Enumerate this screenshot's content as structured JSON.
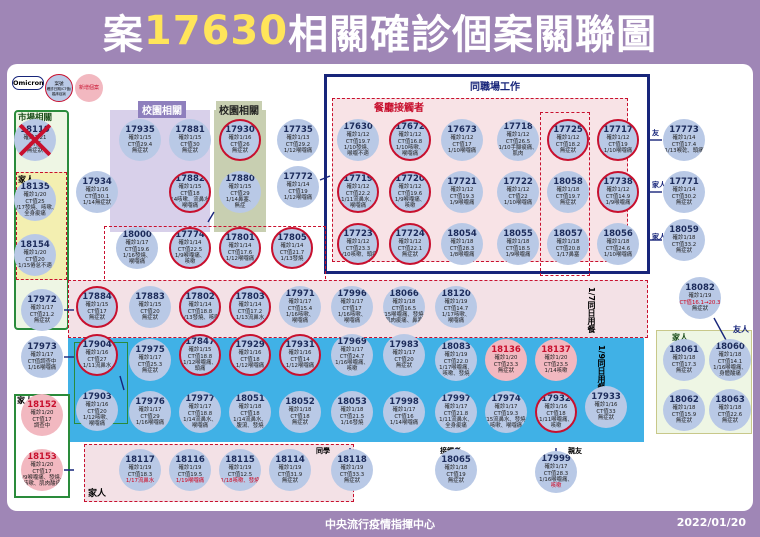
{
  "title": {
    "prefix": "案",
    "number": "17630",
    "suffix": "相關確診個案關聯圖"
  },
  "footer": {
    "agency": "中央流行疫情指揮中心",
    "date": "2022/01/20"
  },
  "legend": {
    "omicron": "Omicron",
    "case": "案號",
    "case_sub": "確診日期/CT值/臨床症狀",
    "new": "新增個案"
  },
  "labels": {
    "market": "市場相關",
    "campus": "校園相關",
    "campus2": "校園相關",
    "workplace": "同職場工作",
    "restaurant": "餐廳接觸者",
    "family_left": "家人",
    "family_right": "家人",
    "family_bottom": "家人",
    "friend": "友人",
    "friend2": "友",
    "same_day_1_7": "1/7同日用餐",
    "same_day_1_9": "1/9同日用餐",
    "classmate": "同學",
    "contact": "接觸者",
    "relative": "親友",
    "home": "家人",
    "home2": "家人"
  },
  "nodes": [
    {
      "id": "18119",
      "lines": [
        "確診1/21",
        "CT值",
        "無症狀"
      ],
      "ring": false,
      "cross": true,
      "g": [
        35,
        140
      ]
    },
    {
      "id": "18135",
      "lines": [
        "確診1/20",
        "CT值25",
        "1/17發燒、咳嗽、",
        "全身痠痛"
      ],
      "ring": false,
      "g": [
        35,
        200
      ]
    },
    {
      "id": "18154",
      "lines": [
        "確診1/20",
        "CT值20",
        "1/15倦怠不適"
      ],
      "ring": false,
      "g": [
        35,
        255
      ]
    },
    {
      "id": "17935",
      "lines": [
        "確診1/15",
        "CT值29.4",
        "無症狀"
      ],
      "ring": false,
      "g": [
        140,
        140
      ]
    },
    {
      "id": "17881",
      "lines": [
        "確診1/15",
        "CT值30",
        "無症狀"
      ],
      "ring": false,
      "g": [
        190,
        140
      ]
    },
    {
      "id": "17930",
      "lines": [
        "確診1/16",
        "CT值26",
        "無症狀"
      ],
      "ring": true,
      "g": [
        240,
        140
      ]
    },
    {
      "id": "17735",
      "lines": [
        "確診1/13",
        "CT值29.2",
        "1/12喉嚨痛"
      ],
      "ring": false,
      "g": [
        298,
        140
      ]
    },
    {
      "id": "17630",
      "lines": [
        "確診1/12",
        "CT值19.7",
        "1/10發燒、",
        "喉嚨不適"
      ],
      "ring": false,
      "g": [
        358,
        140
      ]
    },
    {
      "id": "17672",
      "lines": [
        "確診1/12",
        "CT值16.8",
        "1/10咳嗽、",
        "喉嚨痛"
      ],
      "ring": true,
      "g": [
        410,
        140
      ]
    },
    {
      "id": "17673",
      "lines": [
        "確診1/12",
        "CT值17",
        "1/10喉嚨痛"
      ],
      "ring": false,
      "g": [
        462,
        140
      ]
    },
    {
      "id": "17718",
      "lines": [
        "確診1/12",
        "CT值26.5",
        "1/10手腳痠痛、",
        "肌肉"
      ],
      "ring": false,
      "g": [
        518,
        140
      ]
    },
    {
      "id": "17725",
      "lines": [
        "確診1/12",
        "CT值18.2",
        "無症狀"
      ],
      "ring": true,
      "g": [
        568,
        140
      ]
    },
    {
      "id": "17717",
      "lines": [
        "確診1/12",
        "CT值19",
        "1/10喉嚨痛"
      ],
      "ring": true,
      "g": [
        618,
        140
      ]
    },
    {
      "id": "17773",
      "lines": [
        "確診1/14",
        "CT值17.4",
        "1/13喉乾、頭痛"
      ],
      "ring": false,
      "g": [
        684,
        140
      ]
    },
    {
      "id": "17934",
      "lines": [
        "確診1/16",
        "CT值30.1",
        "1/14無症狀"
      ],
      "ring": false,
      "g": [
        97,
        192
      ]
    },
    {
      "id": "17882",
      "lines": [
        "確診1/15",
        "CT值18",
        "1/14咳嗽、流鼻水、",
        "喉嚨痛"
      ],
      "ring": true,
      "g": [
        190,
        192
      ]
    },
    {
      "id": "17880",
      "lines": [
        "確診1/15",
        "CT值29",
        "1/14鼻塞、",
        "無症"
      ],
      "ring": false,
      "g": [
        240,
        192
      ]
    },
    {
      "id": "17772",
      "lines": [
        "確診1/14",
        "CT值19",
        "1/12喉嚨痛"
      ],
      "ring": false,
      "g": [
        298,
        187
      ]
    },
    {
      "id": "17719",
      "lines": [
        "確診1/12",
        "CT值22.2",
        "1/11流鼻水、",
        "喉嚨痛"
      ],
      "ring": true,
      "g": [
        358,
        192
      ]
    },
    {
      "id": "17720",
      "lines": [
        "確診1/12",
        "CT值19.6",
        "1/9喉嚨痛、",
        "咳嗽"
      ],
      "ring": true,
      "g": [
        410,
        192
      ]
    },
    {
      "id": "17721",
      "lines": [
        "確診1/12",
        "CT值19.3",
        "1/9喉嚨痛"
      ],
      "ring": false,
      "g": [
        462,
        192
      ]
    },
    {
      "id": "17722",
      "lines": [
        "確診1/12",
        "CT值22",
        "1/10喉嚨痛"
      ],
      "ring": false,
      "g": [
        518,
        192
      ]
    },
    {
      "id": "18058",
      "lines": [
        "確診1/18",
        "CT值19.7",
        "無症狀"
      ],
      "ring": false,
      "g": [
        568,
        192
      ]
    },
    {
      "id": "17738",
      "lines": [
        "確診1/12",
        "CT值14.9",
        "1/9喉嚨痛"
      ],
      "ring": true,
      "g": [
        618,
        192
      ]
    },
    {
      "id": "17771",
      "lines": [
        "確診1/14",
        "CT值30.2",
        "無症狀"
      ],
      "ring": false,
      "g": [
        684,
        192
      ]
    },
    {
      "id": "18000",
      "lines": [
        "確診1/17",
        "CT值19.6",
        "1/16發燒、",
        "喉嚨痛"
      ],
      "ring": false,
      "g": [
        137,
        248
      ]
    },
    {
      "id": "17774",
      "lines": [
        "確診1/14",
        "CT值22.5",
        "1/9喉嚨痛、",
        "咳嗽"
      ],
      "ring": true,
      "g": [
        190,
        248
      ]
    },
    {
      "id": "17801",
      "lines": [
        "確診1/14",
        "CT值17.6",
        "1/12喉嚨痛"
      ],
      "ring": true,
      "g": [
        240,
        248
      ]
    },
    {
      "id": "17805",
      "lines": [
        "確診1/14",
        "CT值21.7",
        "1/13發燒"
      ],
      "ring": true,
      "g": [
        292,
        248
      ]
    },
    {
      "id": "17723",
      "lines": [
        "確診1/12",
        "CT值23.3",
        "1/10咳嗽、頭痛"
      ],
      "ring": true,
      "g": [
        358,
        244
      ]
    },
    {
      "id": "17724",
      "lines": [
        "確診1/12",
        "CT值22.1",
        "無症狀"
      ],
      "ring": true,
      "g": [
        410,
        244
      ]
    },
    {
      "id": "18054",
      "lines": [
        "確診1/18",
        "CT值28.3",
        "1/8喉嚨痛"
      ],
      "ring": false,
      "g": [
        462,
        244
      ]
    },
    {
      "id": "18055",
      "lines": [
        "確診1/18",
        "CT值18.5",
        "1/9喉嚨痛"
      ],
      "ring": false,
      "g": [
        518,
        244
      ]
    },
    {
      "id": "18057",
      "lines": [
        "確診1/18",
        "CT值20.8",
        "1/17鼻塞"
      ],
      "ring": false,
      "g": [
        568,
        244
      ]
    },
    {
      "id": "18056",
      "lines": [
        "確診1/18",
        "CT值24.6",
        "1/10喉嚨痛"
      ],
      "ring": false,
      "g": [
        618,
        244
      ]
    },
    {
      "id": "18059",
      "lines": [
        "確診1/18",
        "CT值33.2",
        "無症狀"
      ],
      "ring": false,
      "g": [
        684,
        240
      ]
    },
    {
      "id": "17972",
      "lines": [
        "確診1/17",
        "CT值21.2",
        "無症狀"
      ],
      "ring": false,
      "g": [
        42,
        310
      ]
    },
    {
      "id": "17884",
      "lines": [
        "確診1/15",
        "CT值17",
        "無症狀"
      ],
      "ring": true,
      "g": [
        97,
        307
      ]
    },
    {
      "id": "17883",
      "lines": [
        "確診1/15",
        "CT值20",
        "無症狀"
      ],
      "ring": false,
      "g": [
        150,
        307
      ]
    },
    {
      "id": "17802",
      "lines": [
        "確診1/14",
        "CT值18.8",
        "1/13發燒、咳嗽"
      ],
      "ring": true,
      "g": [
        200,
        307
      ]
    },
    {
      "id": "17803",
      "lines": [
        "確診1/14",
        "CT值17.2",
        "1/13流鼻水"
      ],
      "ring": true,
      "g": [
        250,
        307
      ]
    },
    {
      "id": "17971",
      "lines": [
        "確診1/17",
        "CT值15.4",
        "1/16咳嗽、",
        "喉嚨痛"
      ],
      "ring": false,
      "g": [
        300,
        307
      ]
    },
    {
      "id": "17996",
      "lines": [
        "確診1/17",
        "CT值17",
        "1/16咳嗽、",
        "喉嚨痛"
      ],
      "ring": false,
      "g": [
        352,
        307
      ]
    },
    {
      "id": "18066",
      "lines": [
        "確診1/18",
        "CT值16.5",
        "1/15喉嚨痛、發燒、",
        "肌肉痠痛、鼻塞"
      ],
      "ring": false,
      "g": [
        404,
        307
      ]
    },
    {
      "id": "18120",
      "lines": [
        "確診1/19",
        "CT值14.7",
        "1/17咳嗽、",
        "喉嚨痛"
      ],
      "ring": false,
      "g": [
        456,
        307
      ]
    },
    {
      "id": "18082",
      "lines": [
        "確診1/19",
        "CT值16.1→20.3",
        "無症狀"
      ],
      "ring": false,
      "g": [
        700,
        298
      ],
      "red_line": 1
    },
    {
      "id": "17973",
      "lines": [
        "確診1/17",
        "CT值調查中",
        "1/16喉嚨痛"
      ],
      "ring": false,
      "g": [
        42,
        357
      ]
    },
    {
      "id": "17904",
      "lines": [
        "確診1/16",
        "CT值27",
        "1/11流鼻水"
      ],
      "ring": true,
      "g": [
        97,
        355
      ]
    },
    {
      "id": "17975",
      "lines": [
        "確診1/17",
        "CT值25.3",
        "無症狀"
      ],
      "ring": false,
      "g": [
        150,
        360
      ]
    },
    {
      "id": "17847",
      "lines": [
        "確診1/15",
        "CT值18.8",
        "1/12喉嚨痛、",
        "頭痛"
      ],
      "ring": true,
      "g": [
        200,
        355
      ]
    },
    {
      "id": "17929",
      "lines": [
        "確診1/16",
        "CT值18",
        "1/12喉嚨痛"
      ],
      "ring": true,
      "g": [
        250,
        355
      ]
    },
    {
      "id": "17931",
      "lines": [
        "確診1/16",
        "CT值14",
        "1/12喉嚨痛"
      ],
      "ring": true,
      "g": [
        300,
        355
      ]
    },
    {
      "id": "17969",
      "lines": [
        "確診1/17",
        "CT值24.7",
        "1/16喉嚨痛、",
        "咳嗽"
      ],
      "ring": false,
      "g": [
        352,
        355
      ]
    },
    {
      "id": "17983",
      "lines": [
        "確診1/17",
        "CT值20",
        "無症狀"
      ],
      "ring": false,
      "g": [
        404,
        355
      ]
    },
    {
      "id": "18083",
      "lines": [
        "確診1/19",
        "CT值22.0",
        "1/17喉嚨痛、",
        "咳嗽、發燒"
      ],
      "ring": false,
      "g": [
        456,
        360
      ]
    },
    {
      "id": "18136",
      "lines": [
        "確診1/20",
        "CT值23.3",
        "無症狀"
      ],
      "ring": false,
      "pink": true,
      "g": [
        506,
        360
      ]
    },
    {
      "id": "18137",
      "lines": [
        "確診1/20",
        "CT值23.5",
        "1/14咳嗽"
      ],
      "ring": false,
      "pink": true,
      "g": [
        556,
        360
      ]
    },
    {
      "id": "18061",
      "lines": [
        "確診1/18",
        "CT值17.3",
        "無症狀"
      ],
      "ring": false,
      "g": [
        684,
        360
      ]
    },
    {
      "id": "18060",
      "lines": [
        "確診1/18",
        "CT值14.1",
        "1/16喉嚨痛、",
        "身體酸痛"
      ],
      "ring": false,
      "g": [
        730,
        360
      ]
    },
    {
      "id": "18152",
      "lines": [
        "確診1/20",
        "CT值17",
        "調查中"
      ],
      "ring": false,
      "pink": true,
      "g": [
        42,
        415
      ]
    },
    {
      "id": "17903",
      "lines": [
        "確診1/16",
        "CT值20",
        "1/12咳嗽、",
        "喉嚨痛"
      ],
      "ring": false,
      "g": [
        97,
        410
      ]
    },
    {
      "id": "17976",
      "lines": [
        "確診1/17",
        "CT值29",
        "1/16喉嚨痛"
      ],
      "ring": false,
      "g": [
        150,
        412
      ]
    },
    {
      "id": "17977",
      "lines": [
        "確診1/17",
        "CT值18.8",
        "1/14流鼻水、",
        "喉嚨痛"
      ],
      "ring": false,
      "g": [
        200,
        412
      ]
    },
    {
      "id": "18051",
      "lines": [
        "確診1/18",
        "CT值18",
        "1/14流鼻水、",
        "腹瀉、發燒"
      ],
      "ring": false,
      "g": [
        250,
        412
      ]
    },
    {
      "id": "18052",
      "lines": [
        "確診1/18",
        "CT值18",
        "無症狀"
      ],
      "ring": false,
      "g": [
        300,
        412
      ]
    },
    {
      "id": "18053",
      "lines": [
        "確診1/18",
        "CT值21.5",
        "1/16發燒"
      ],
      "ring": false,
      "g": [
        352,
        412
      ]
    },
    {
      "id": "17998",
      "lines": [
        "確診1/17",
        "CT值16",
        "1/14喉嚨痛"
      ],
      "ring": false,
      "g": [
        404,
        412
      ]
    },
    {
      "id": "17997",
      "lines": [
        "確診1/17",
        "CT值21.8",
        "1/11流鼻水、",
        "全身痠痛"
      ],
      "ring": false,
      "g": [
        456,
        412
      ]
    },
    {
      "id": "17974",
      "lines": [
        "確診1/17",
        "CT值19.3",
        "1/15流鼻水、發燒、",
        "咳嗽、喉嚨痛"
      ],
      "ring": false,
      "g": [
        506,
        412
      ]
    },
    {
      "id": "17932",
      "lines": [
        "確診1/16",
        "CT值18",
        "1/11喉嚨痛、",
        "咳嗽"
      ],
      "ring": true,
      "g": [
        556,
        412
      ]
    },
    {
      "id": "17933",
      "lines": [
        "確診1/16",
        "CT值33",
        "無症狀"
      ],
      "ring": false,
      "g": [
        606,
        407
      ]
    },
    {
      "id": "18062",
      "lines": [
        "確診1/18",
        "CT值15.9",
        "無症狀"
      ],
      "ring": false,
      "g": [
        684,
        410
      ]
    },
    {
      "id": "18063",
      "lines": [
        "確診1/18",
        "CT值22.6",
        "無症狀"
      ],
      "ring": false,
      "g": [
        730,
        410
      ]
    },
    {
      "id": "18153",
      "lines": [
        "確診1/20",
        "CT值17",
        "1/9喉嚨痛、發燒、",
        "咳嗽、肌肉酸痛"
      ],
      "ring": false,
      "pink": true,
      "g": [
        42,
        470
      ]
    },
    {
      "id": "18117",
      "lines": [
        "確診1/19",
        "CT值18.3",
        "1/17流鼻水"
      ],
      "ring": false,
      "g": [
        140,
        470
      ],
      "red_line": 2
    },
    {
      "id": "18116",
      "lines": [
        "確診1/19",
        "CT值19.5",
        "1/19喉嚨痛"
      ],
      "ring": false,
      "g": [
        190,
        470
      ],
      "red_line": 2
    },
    {
      "id": "18115",
      "lines": [
        "確診1/19",
        "CT值12.5",
        "1/18咳嗽、發燒"
      ],
      "ring": false,
      "g": [
        240,
        470
      ],
      "red_line": 2
    },
    {
      "id": "18114",
      "lines": [
        "確診1/19",
        "CT值31.9",
        "無症狀"
      ],
      "ring": false,
      "g": [
        290,
        470
      ]
    },
    {
      "id": "18118",
      "lines": [
        "確診1/19",
        "CT值33.3",
        "無症狀"
      ],
      "ring": false,
      "g": [
        352,
        470
      ]
    },
    {
      "id": "18065",
      "lines": [
        "確診1/18",
        "CT值19",
        "無症狀"
      ],
      "ring": false,
      "g": [
        456,
        470
      ]
    },
    {
      "id": "17999",
      "lines": [
        "確診1/17",
        "CT值28.3",
        "1/16喉嚨痛、",
        "咳嗽"
      ],
      "ring": false,
      "g": [
        556,
        472
      ],
      "red_line": 3
    }
  ]
}
